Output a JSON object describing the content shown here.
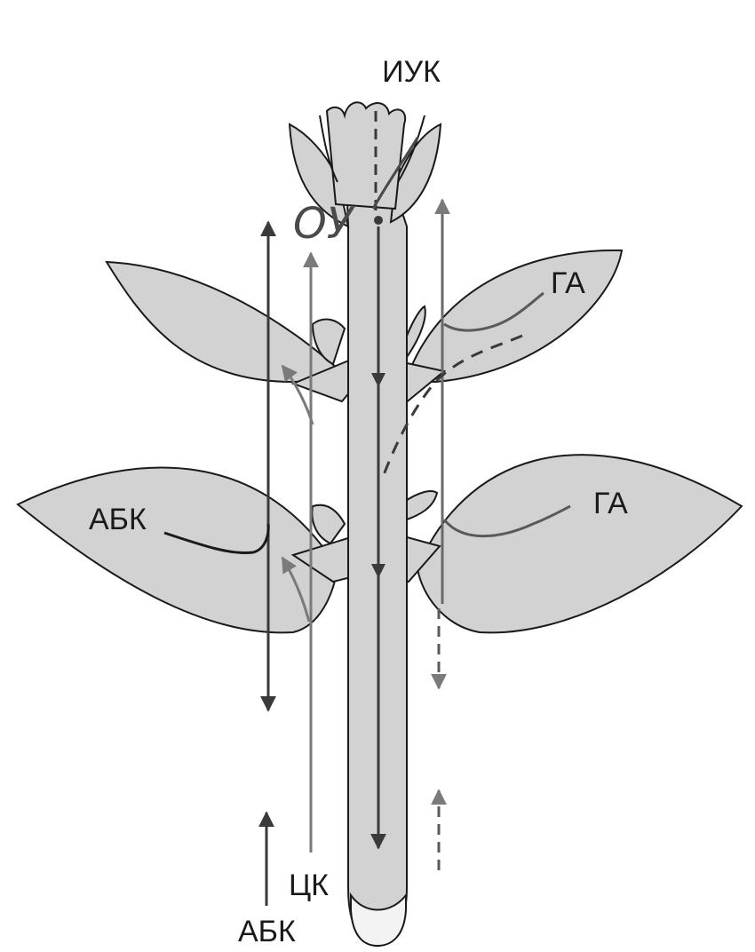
{
  "labels": {
    "top": "ИУК",
    "handwritten": "ОУ",
    "leaf_upper_right": "ГА",
    "leaf_lower_right": "ГА",
    "leaf_lower_left": "АБК",
    "bottom_ck": "ЦК",
    "bottom_abk": "АБК"
  },
  "colors": {
    "plant_fill": "#d2d2d2",
    "outline": "#1a1a1a",
    "arrow_dark": "#3a3a3a",
    "arrow_mid": "#7a7a7a",
    "background": "#ffffff"
  }
}
